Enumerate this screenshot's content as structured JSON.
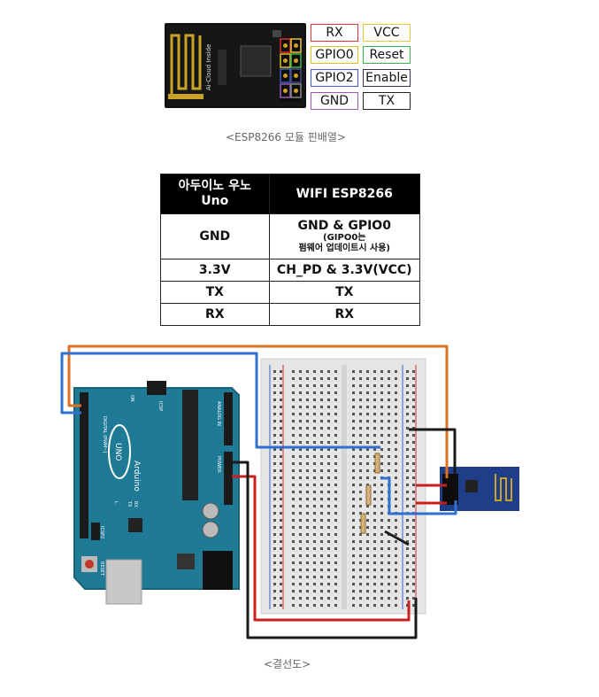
{
  "pinout": {
    "labels": {
      "rx": "RX",
      "vcc": "VCC",
      "gpio0": "GPIO0",
      "reset": "Reset",
      "gpio2": "GPIO2",
      "enable": "Enable",
      "gnd": "GND",
      "tx": "TX"
    },
    "label_colors": {
      "rx": "#e03030",
      "vcc": "#e8c63a",
      "gpio0": "#e0c020",
      "reset": "#3cb64a",
      "gpio2": "#3a5fcd",
      "enable": "#303060",
      "gnd": "#9b59b6",
      "tx": "#222222"
    },
    "module_text": "Ai-Cloud Inside",
    "caption": "<ESP8266 모듈 핀배열>"
  },
  "table": {
    "header": {
      "col1_line1": "아두이노 우노",
      "col1_line2": "Uno",
      "col2": "WIFI ESP8266"
    },
    "rows": [
      {
        "arduino": "GND",
        "esp": "GND & GPIO0",
        "note_line1": "(GIPO0는",
        "note_line2": "펌웨어 업데이트시 사용)"
      },
      {
        "arduino": "3.3V",
        "esp": "CH_PD & 3.3V(VCC)"
      },
      {
        "arduino": "TX",
        "esp": "TX"
      },
      {
        "arduino": "RX",
        "esp": "RX"
      }
    ]
  },
  "schematic": {
    "board_label_uno": "UNO",
    "board_label_brand": "Arduino",
    "board_label_reset": "RESET",
    "board_label_icsp": "ICSP",
    "board_label_icsp2": "ICSP2",
    "board_label_digital": "DIGITAL (PWM~)",
    "board_label_power": "POWER",
    "board_label_analog": "ANALOG IN",
    "board_label_on": "ON",
    "board_label_tx": "TX",
    "board_label_rx": "RX",
    "board_label_l": "L",
    "colors": {
      "board": "#1f7a96",
      "board_edge": "#186379",
      "breadboard": "#e6e6e6",
      "wire_orange": "#e07020",
      "wire_blue": "#3070d0",
      "wire_red": "#c8201e",
      "wire_black": "#1a1a1a",
      "esp_board": "#1e3e8a"
    }
  },
  "caption2": "<결선도>"
}
